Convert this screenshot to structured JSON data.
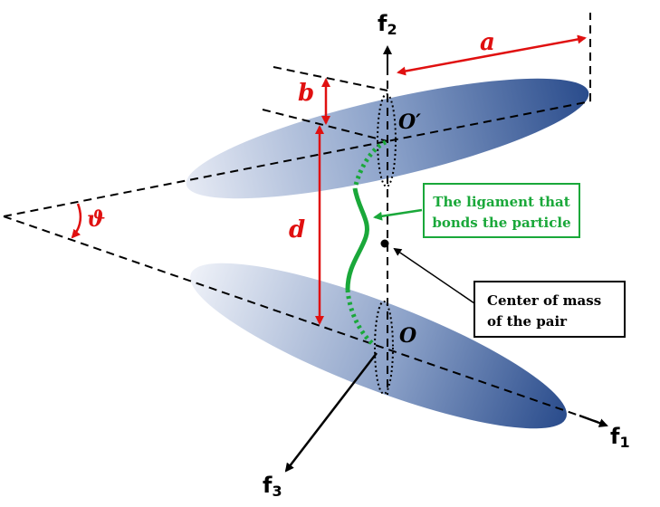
{
  "labels": {
    "f1": "f",
    "f1_sub": "1",
    "f2": "f",
    "f2_sub": "2",
    "f3": "f",
    "f3_sub": "3",
    "a": "a",
    "b": "b",
    "d": "d",
    "theta": "ϑ",
    "O_prime": "O′",
    "O": "O"
  },
  "callouts": {
    "ligament_line1": "The ligament that",
    "ligament_line2": "bonds the particle",
    "com_line1": "Center of mass",
    "com_line2": "of the pair"
  },
  "colors": {
    "ellipsoid_dark": "#2a4c8c",
    "ellipsoid_light": "#e6eaf4",
    "dimension_red": "#e01010",
    "ligament_green": "#1aa83a",
    "axis_black": "#000000"
  }
}
